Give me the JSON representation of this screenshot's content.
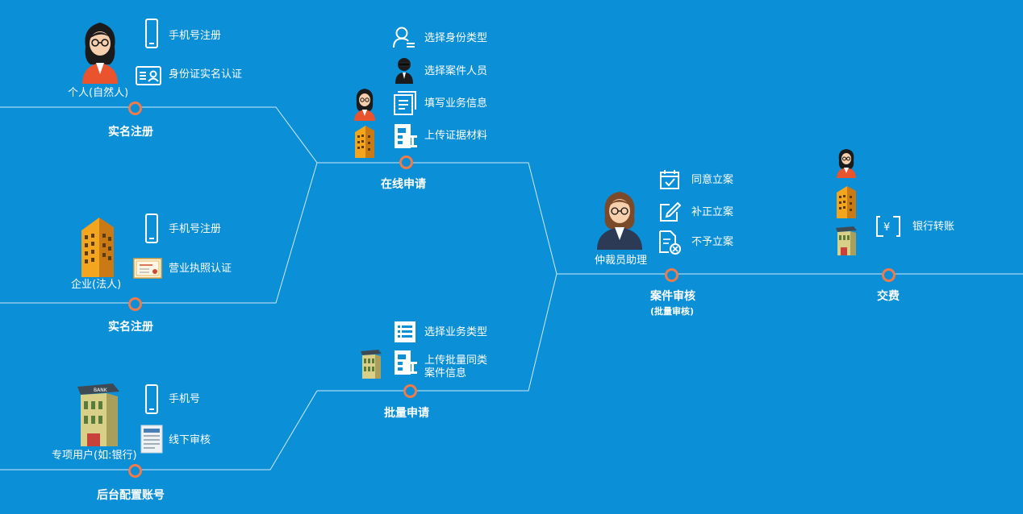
{
  "registration": {
    "person": {
      "name": "个人(自然人)",
      "items": [
        "手机号注册",
        "身份证实名认证"
      ],
      "stage": "实名注册"
    },
    "enterprise": {
      "name": "企业(法人)",
      "items": [
        "手机号注册",
        "营业执照认证"
      ],
      "stage": "实名注册"
    },
    "special": {
      "name": "专项用户(如:银行)",
      "items": [
        "手机号",
        "线下审核"
      ],
      "stage": "后台配置账号"
    }
  },
  "online": {
    "items": [
      "选择身份类型",
      "选择案件人员",
      "填写业务信息",
      "上传证据材料"
    ],
    "stage": "在线申请"
  },
  "batch": {
    "items": [
      "选择业务类型",
      "上传批量同类",
      "案件信息"
    ],
    "stage": "批量申请"
  },
  "review": {
    "actor": "仲裁员助理",
    "items": [
      "同意立案",
      "补正立案",
      "不予立案"
    ],
    "stage": "案件审核",
    "sub": "(批量审核)"
  },
  "payment": {
    "item": "银行转账",
    "stage": "交费"
  },
  "misc": {
    "bank_sign": "BANK"
  },
  "colors": {
    "background": "#0b8fd6",
    "node": "#f07b4a",
    "line": "#cfe9f8"
  }
}
